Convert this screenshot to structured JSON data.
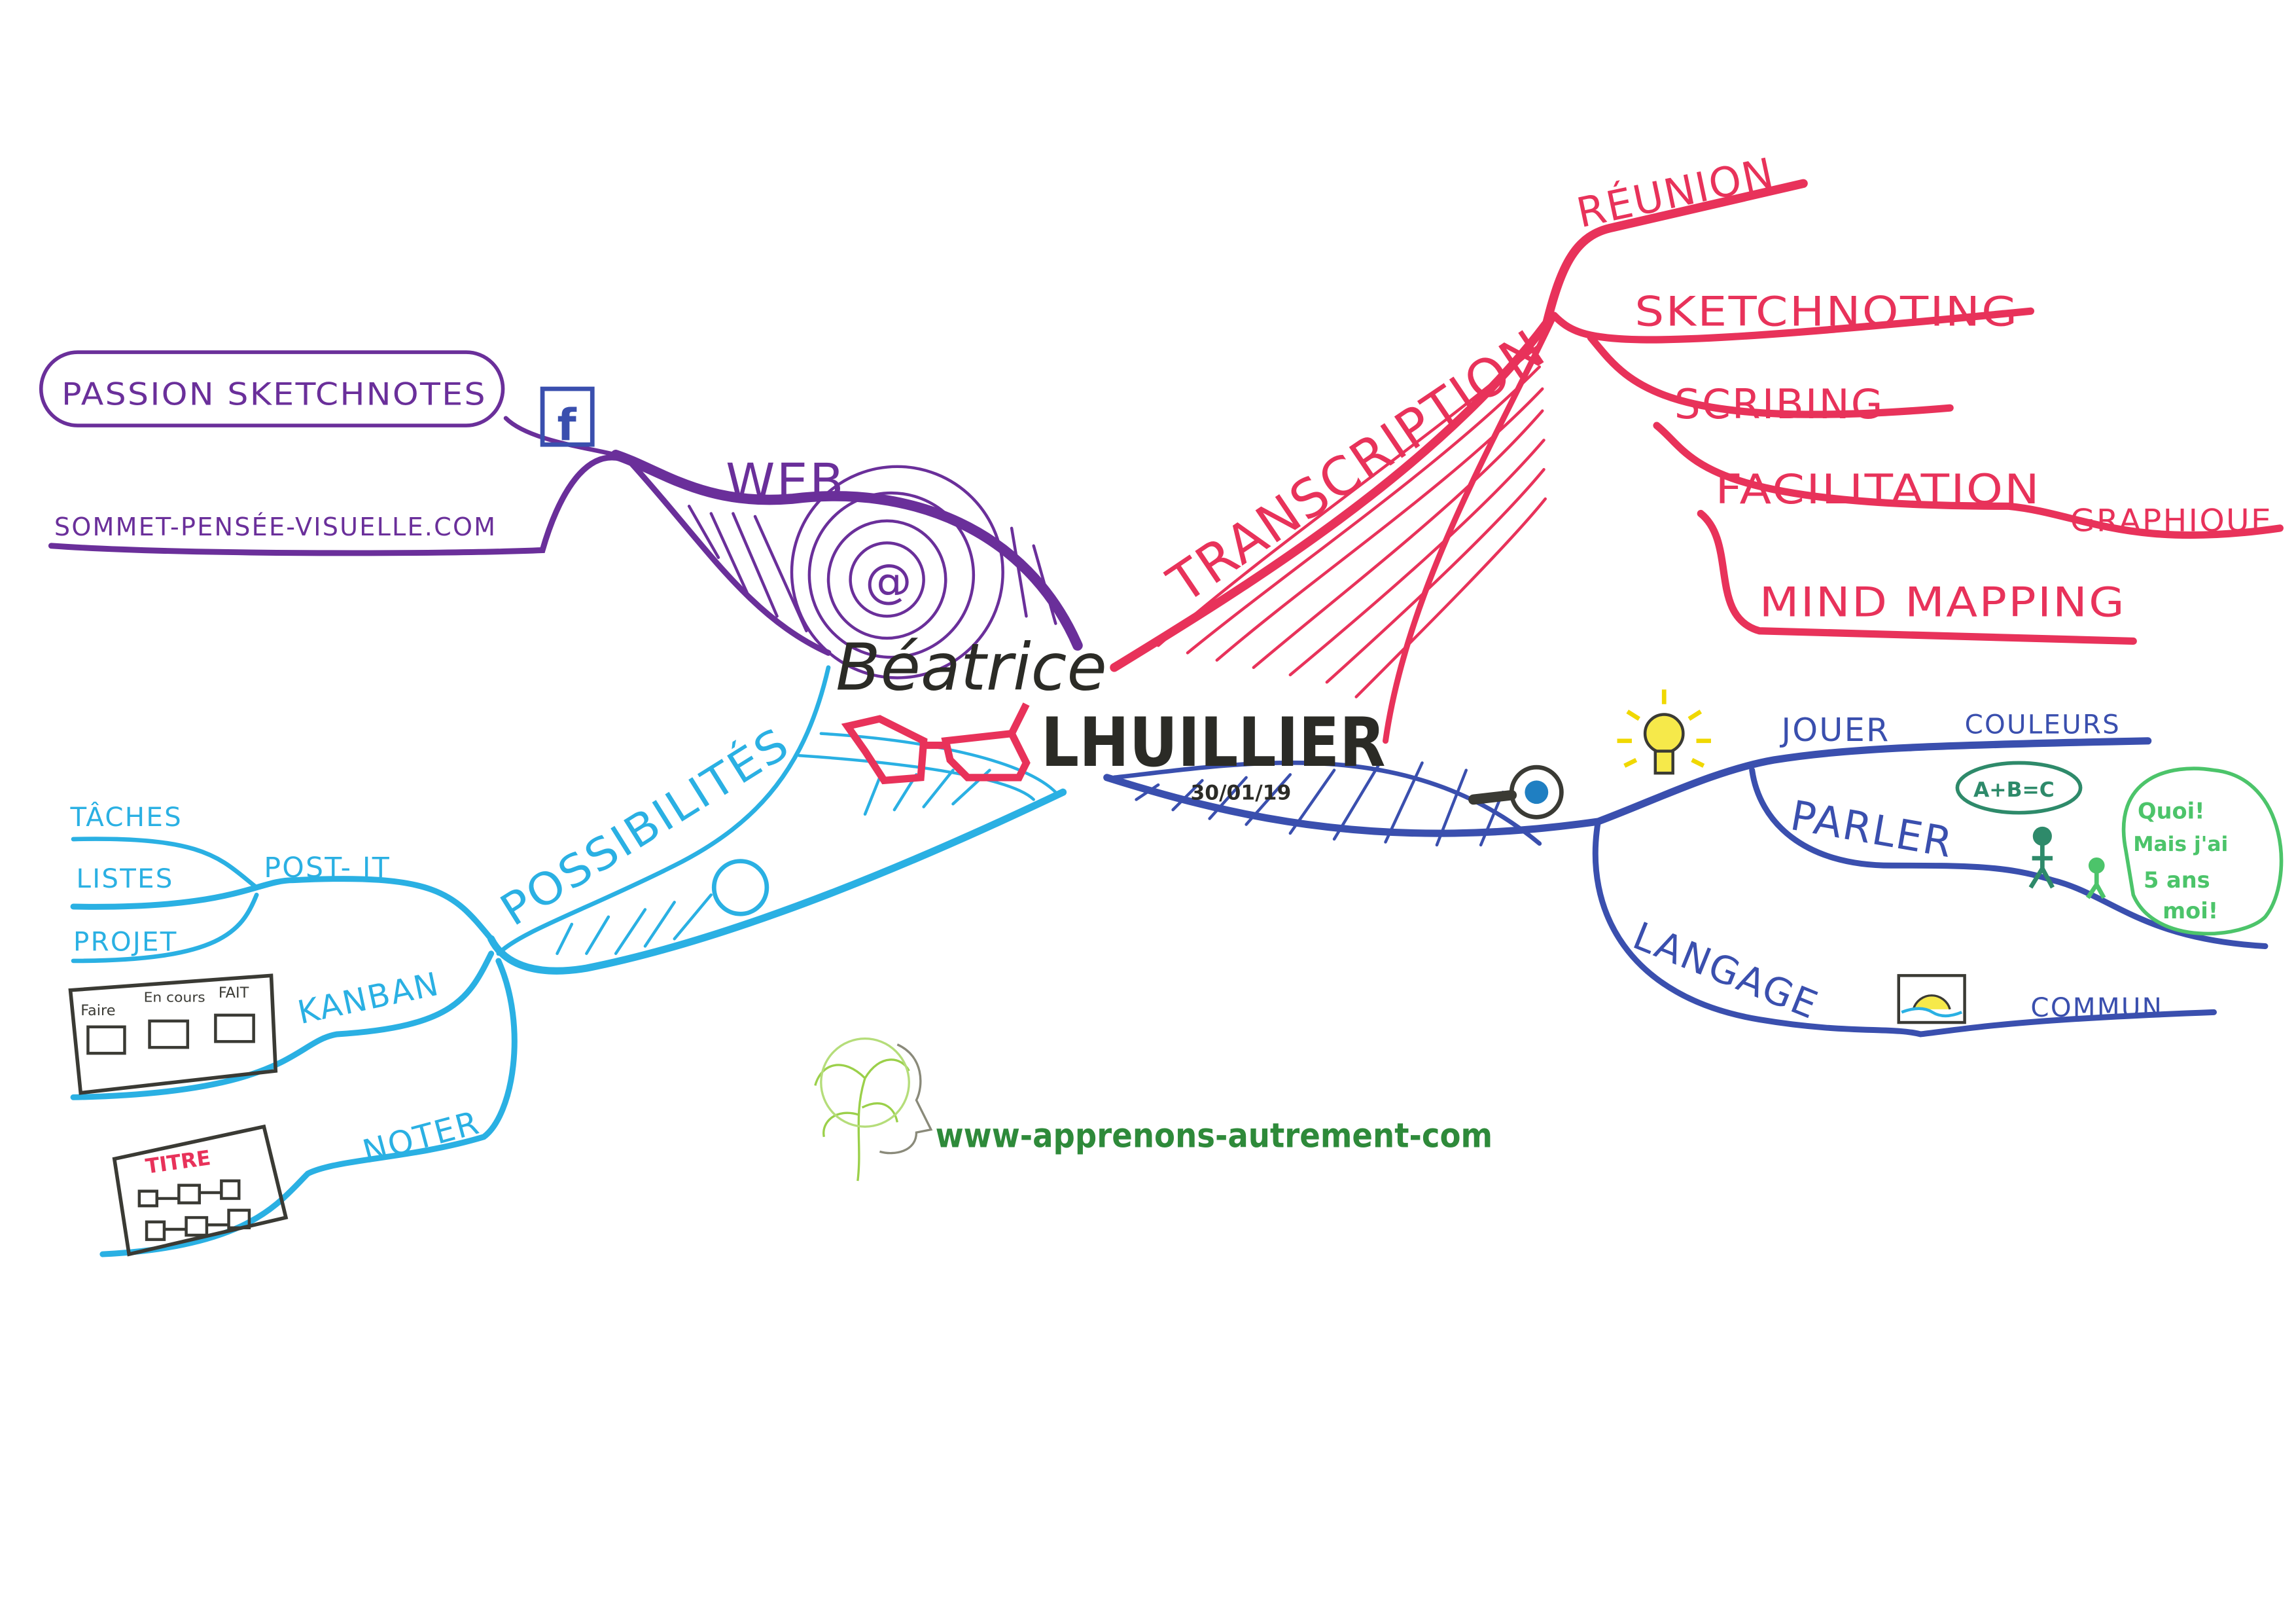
{
  "center": {
    "first_name": "Béatrice",
    "last_name": "LHUILLIER",
    "date": "30/01/19"
  },
  "colors": {
    "web": "#6a2f9a",
    "transcription": "#e8325a",
    "possibilites": "#2ab0e3",
    "language": "#3a4fae",
    "logo": "#2e8a3a"
  },
  "web": {
    "label": "WEB",
    "at_symbol": "@",
    "items": [
      "PASSION SKETCHNOTES",
      "SOMMET-PENSÉE-VISUELLE.COM"
    ],
    "facebook_glyph": "f"
  },
  "transcription": {
    "label": "TRANSCRIPTION",
    "items": [
      "RÉUNION",
      "SKETCHNOTING",
      "SCRIBING",
      "FACILITATION",
      "MIND MAPPING"
    ],
    "facilitation_sub": "GRAPHIQUE"
  },
  "language": {
    "jouer": "JOUER",
    "couleurs": "COULEURS",
    "parler": "PARLER",
    "langage": "LANGAGE",
    "commun": "COMMUN",
    "bubble_formula": "A+B=C",
    "bubble_child": [
      "Quoi!",
      "Mais j'ai",
      "5 ans",
      "moi!"
    ]
  },
  "possibilites": {
    "label": "POSSIBILITÉS",
    "post_it": "POST- IT",
    "post_it_items": [
      "TÂCHES",
      "LISTES",
      "PROJET"
    ],
    "kanban": "KANBAN",
    "kanban_columns": [
      "Faire",
      "En cours",
      "FAIT"
    ],
    "noter": "NOTER",
    "noter_title": "TITRE"
  },
  "logo": {
    "url": "www-apprenons-autrement-com"
  }
}
